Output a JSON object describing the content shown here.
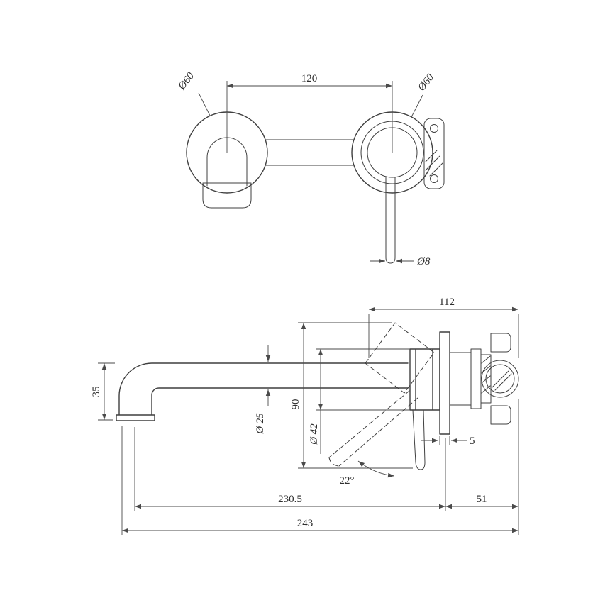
{
  "page": {
    "background": "#ffffff",
    "object_line_color": "#3f3f3f",
    "dimension_line_color": "#4a4a4a",
    "text_color": "#2e2e2e"
  },
  "front_view": {
    "dims": {
      "center_distance": "120",
      "left_flange_dia": "Ø60",
      "right_flange_dia": "Ø60",
      "handle_rod_dia": "Ø8"
    }
  },
  "side_view": {
    "dims": {
      "depth_from_wall": "112",
      "outlet_drop": "35",
      "spout_dia": "Ø 25",
      "handle_travel": "90",
      "body_dia": "Ø 42",
      "plate_thickness": "5",
      "lever_angle": "22°",
      "spout_reach": "230.5",
      "concealed_depth": "51",
      "overall_reach": "243"
    }
  }
}
